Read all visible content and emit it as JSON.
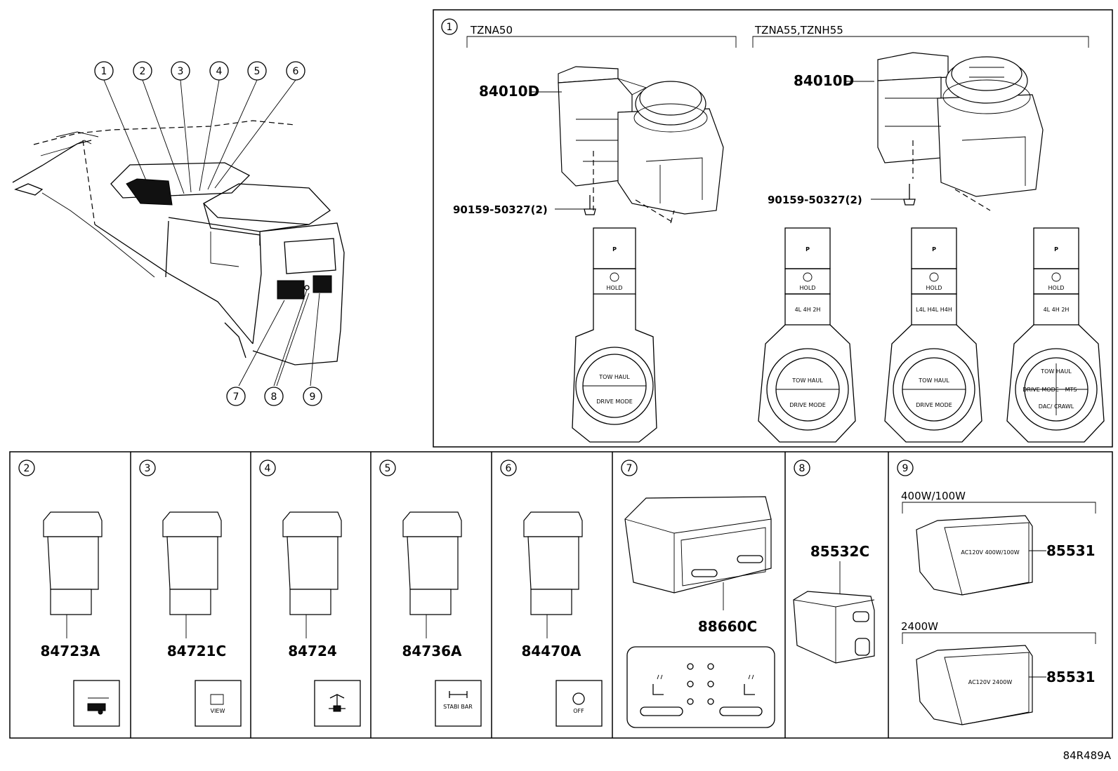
{
  "callouts": {
    "c1": "1",
    "c2": "2",
    "c3": "3",
    "c4": "4",
    "c5": "5",
    "c6": "6",
    "c7": "7",
    "c8": "8",
    "c9": "9"
  },
  "section1": {
    "variant_a": "TZNA50",
    "variant_b": "TZNA55,TZNH55",
    "part_a": "84010D",
    "part_b": "84010D",
    "bolt_a": "90159-50327(2)",
    "bolt_b": "90159-50327(2)",
    "switch_p": "P",
    "switch_hold": "HOLD",
    "tf_a": "4L  4H  2H",
    "tf_b": "L4L  H4L  H4H",
    "tf_c": "4L  4H  2H",
    "dial_tow": "TOW HAUL",
    "dial_drive": "DRIVE MODE",
    "dial_mts": "MTS",
    "dial_dac": "DAC/ CRAWL"
  },
  "sections": [
    {
      "num": "2",
      "part": "84723A",
      "icon_text": ""
    },
    {
      "num": "3",
      "part": "84721C",
      "icon_text": "VIEW"
    },
    {
      "num": "4",
      "part": "84724",
      "icon_text": ""
    },
    {
      "num": "5",
      "part": "84736A",
      "icon_text": "STABI BAR"
    },
    {
      "num": "6",
      "part": "84470A",
      "icon_text": "OFF"
    }
  ],
  "section7": {
    "num": "7",
    "part": "88660C"
  },
  "section8": {
    "num": "8",
    "part": "85532C"
  },
  "section9": {
    "num": "9",
    "variant_a": "400W/100W",
    "variant_b": "2400W",
    "part_a": "85531",
    "part_b": "85531",
    "outlet_a": "AC120V 400W/100W",
    "outlet_b": "AC120V 2400W"
  },
  "figure_id": "84R489A",
  "icons": [
    "trailer-icon",
    "camera-view-icon",
    "stabilizer-icon",
    "auto-off-icon",
    "seat-heat-icon"
  ]
}
